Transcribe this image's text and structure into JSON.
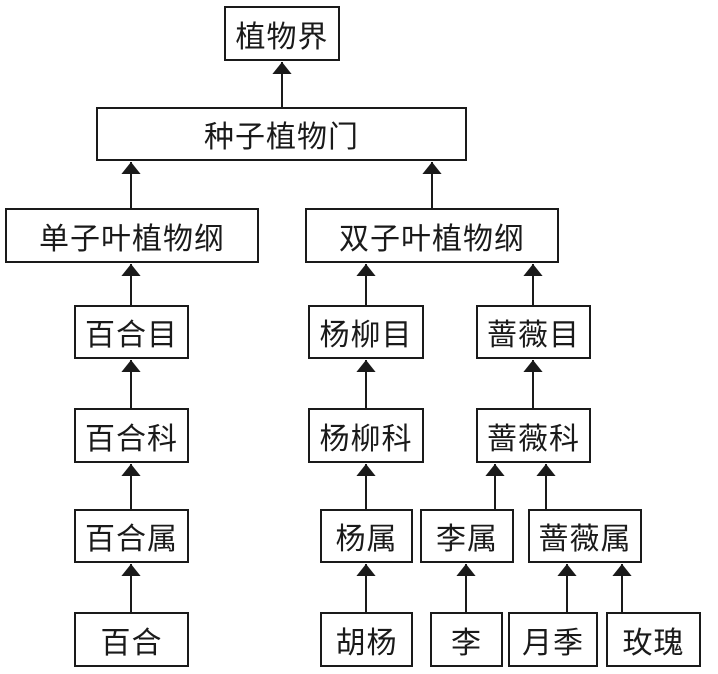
{
  "diagram": {
    "type": "taxonomy-tree",
    "nodes": [
      {
        "id": "kingdom",
        "label": "植物界"
      },
      {
        "id": "phylum",
        "label": "种子植物门"
      },
      {
        "id": "class-mono",
        "label": "单子叶植物纲"
      },
      {
        "id": "class-di",
        "label": "双子叶植物纲"
      },
      {
        "id": "order-lily",
        "label": "百合目"
      },
      {
        "id": "order-willow",
        "label": "杨柳目"
      },
      {
        "id": "order-rose",
        "label": "蔷薇目"
      },
      {
        "id": "family-lily",
        "label": "百合科"
      },
      {
        "id": "family-willow",
        "label": "杨柳科"
      },
      {
        "id": "family-rose",
        "label": "蔷薇科"
      },
      {
        "id": "genus-lily",
        "label": "百合属"
      },
      {
        "id": "genus-poplar",
        "label": "杨属"
      },
      {
        "id": "genus-plum",
        "label": "李属"
      },
      {
        "id": "genus-rose",
        "label": "蔷薇属"
      },
      {
        "id": "species-lily",
        "label": "百合"
      },
      {
        "id": "species-populus",
        "label": "胡杨"
      },
      {
        "id": "species-plum",
        "label": "李"
      },
      {
        "id": "species-chinarose",
        "label": "月季"
      },
      {
        "id": "species-rose",
        "label": "玫瑰"
      }
    ],
    "edges": [
      {
        "from": "phylum",
        "to": "kingdom"
      },
      {
        "from": "class-mono",
        "to": "phylum"
      },
      {
        "from": "class-di",
        "to": "phylum"
      },
      {
        "from": "order-lily",
        "to": "class-mono"
      },
      {
        "from": "order-willow",
        "to": "class-di"
      },
      {
        "from": "order-rose",
        "to": "class-di"
      },
      {
        "from": "family-lily",
        "to": "order-lily"
      },
      {
        "from": "family-willow",
        "to": "order-willow"
      },
      {
        "from": "family-rose",
        "to": "order-rose"
      },
      {
        "from": "genus-lily",
        "to": "family-lily"
      },
      {
        "from": "genus-poplar",
        "to": "family-willow"
      },
      {
        "from": "genus-plum",
        "to": "family-rose"
      },
      {
        "from": "genus-rose",
        "to": "family-rose"
      },
      {
        "from": "species-lily",
        "to": "genus-lily"
      },
      {
        "from": "species-populus",
        "to": "genus-poplar"
      },
      {
        "from": "species-plum",
        "to": "genus-plum"
      },
      {
        "from": "species-chinarose",
        "to": "genus-rose"
      },
      {
        "from": "species-rose",
        "to": "genus-rose"
      }
    ]
  }
}
